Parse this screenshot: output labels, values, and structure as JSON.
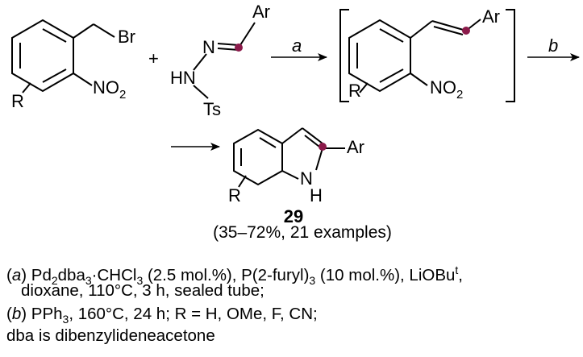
{
  "scheme": {
    "colors": {
      "marker": "#8B1A4A",
      "line": "#000000"
    },
    "reactant1": {
      "br": "Br",
      "no2": "NO",
      "no2_sub": "2",
      "r": "R"
    },
    "plus": "+",
    "reactant2": {
      "n": "N",
      "hn": "HN",
      "ts": "Ts",
      "ar": "Ar"
    },
    "arrow_a": "a",
    "intermediate": {
      "ar": "Ar",
      "no2": "NO",
      "no2_sub": "2",
      "r": "R"
    },
    "arrow_b": "b",
    "product": {
      "ar": "Ar",
      "n": "N",
      "h": "H",
      "r": "R",
      "number": "29",
      "yield": "(35–72%, 21 examples)"
    }
  },
  "conditions": {
    "a_label": "a",
    "a_part1": "Pd",
    "a_sub1": "2",
    "a_part2": "dba",
    "a_sub2": "3",
    "a_part3": "·CHCl",
    "a_sub3": "3",
    "a_part4": " (2.5 mol.%), P(2-furyl)",
    "a_sub4": "3",
    "a_part5": " (10 mol.%), LiOBu",
    "a_sup5": "t",
    "a_part6": ",",
    "a_line2": "dioxane, 110°C, 3 h, sealed tube;",
    "b_label": "b",
    "b_part1": "PPh",
    "b_sub1": "3",
    "b_part2": ", 160°C, 24 h; R = H, OMe, F, CN;",
    "note": "dba is dibenzylideneacetone"
  }
}
